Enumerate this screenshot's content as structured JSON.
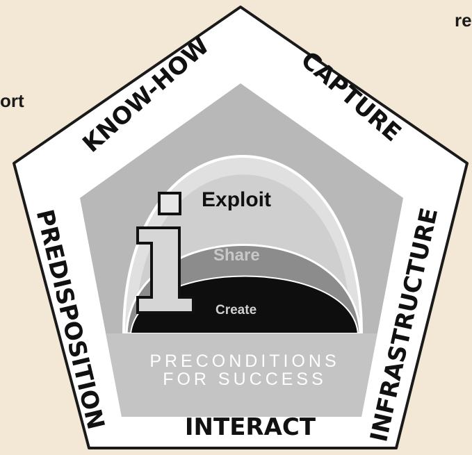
{
  "left_fragment": "ort",
  "right_fragment": "re",
  "edges": {
    "top_left": "KNOW-HOW",
    "top_right": "CAPTURE",
    "left": "PREDISPOSITION",
    "right": "INFRASTRUCTURE",
    "bottom": "INTERACT"
  },
  "layers": {
    "exploit": "Exploit",
    "share": "Share",
    "create": "Create"
  },
  "base": {
    "line1": "PRECONDITIONS",
    "line2": "FOR SUCCESS"
  },
  "colors": {
    "background": "#f3e8d6",
    "pentagon_fill": "#ffffff",
    "inner_pentagon": "#b8b8b8",
    "exploit_arc": "#e0e0e0",
    "share_arc": "#8c8c8c",
    "create_arc": "#0e0e0e",
    "base_band": "#c4c4c4"
  }
}
